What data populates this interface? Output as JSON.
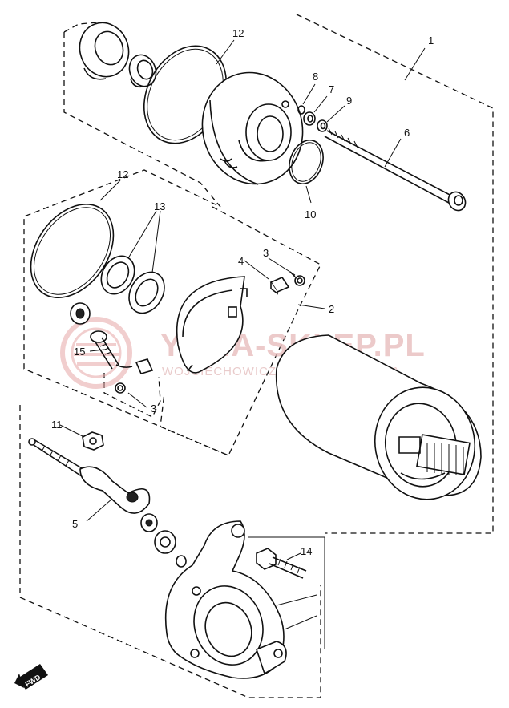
{
  "watermark": {
    "brand": "YAMA-SKLEP.PL",
    "tagline": "WOJCIECHOWICZ | DEALER YAMAHA"
  },
  "callouts": {
    "c1": "1",
    "c2": "2",
    "c3a": "3",
    "c3b": "3",
    "c4": "4",
    "c5": "5",
    "c6": "6",
    "c7": "7",
    "c8": "8",
    "c9": "9",
    "c10": "10",
    "c11": "11",
    "c12a": "12",
    "c12b": "12",
    "c13": "13",
    "c14": "14",
    "c15": "15"
  },
  "fwd_label": "FWD"
}
